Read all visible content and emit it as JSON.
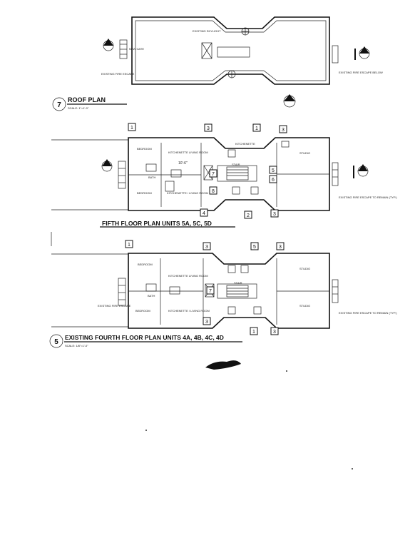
{
  "sheet": {
    "roof_plan": {
      "number": "7",
      "title": "ROOF PLAN",
      "scale": "SCALE: 1\"=1'-0\"",
      "labels": {
        "existing_skylight": "EXISTING SKYLIGHT",
        "new_gate": "NEW GATE",
        "existing_fire_escape": "EXISTING FIRE ESCAPE",
        "existing_fire_escape_below": "EXISTING FIRE ESCAPE BELOW"
      }
    },
    "fifth_floor": {
      "title": "FIFTH FLOOR PLAN UNITS 5A, 5C, 5D",
      "labels": {
        "bedroom_1": "BEDROOM",
        "bedroom_2": "BEDROOM",
        "bath": "BATH",
        "kitchenette_living_room": "KITCHENETTE LIVING ROOM",
        "kitchenette_living_room_2": "KITCHENETTE / LIVING ROOM",
        "kitchenette": "KITCHENETTE",
        "stair": "STAIR",
        "studio": "STUDIO",
        "dimension": "10'-6\"",
        "existing_fire_escape_remain": "EXISTING FIRE ESCAPE TO REMAIN (TYP.)"
      },
      "tags": [
        "1",
        "3",
        "1",
        "3",
        "5",
        "6",
        "7",
        "8",
        "4",
        "2",
        "3"
      ]
    },
    "fourth_floor": {
      "number": "5",
      "title": "EXISTING FOURTH FLOOR PLAN UNITS 4A, 4B, 4C, 4D",
      "scale": "SCALE: 1/8\"=1'-0\"",
      "labels": {
        "bedroom_1": "BEDROOM",
        "bedroom_2": "BEDROOM",
        "bath": "BATH",
        "kitchenette_living_room": "KITCHENETTE LIVING ROOM",
        "kitchenette_living_room_2": "KITCHENETTE / LIVING ROOM",
        "stair": "STAIR",
        "studio_1": "STUDIO",
        "studio_2": "STUDIO",
        "existing_fire_escape_remain": "EXISTING FIRE ESCAPE TO REMAIN (TYP.)",
        "existing_fire_escape": "EXISTING FIRE ESCAPE"
      },
      "tags": [
        "1",
        "3",
        "5",
        "3",
        "7",
        "3",
        "1",
        "3"
      ]
    }
  }
}
